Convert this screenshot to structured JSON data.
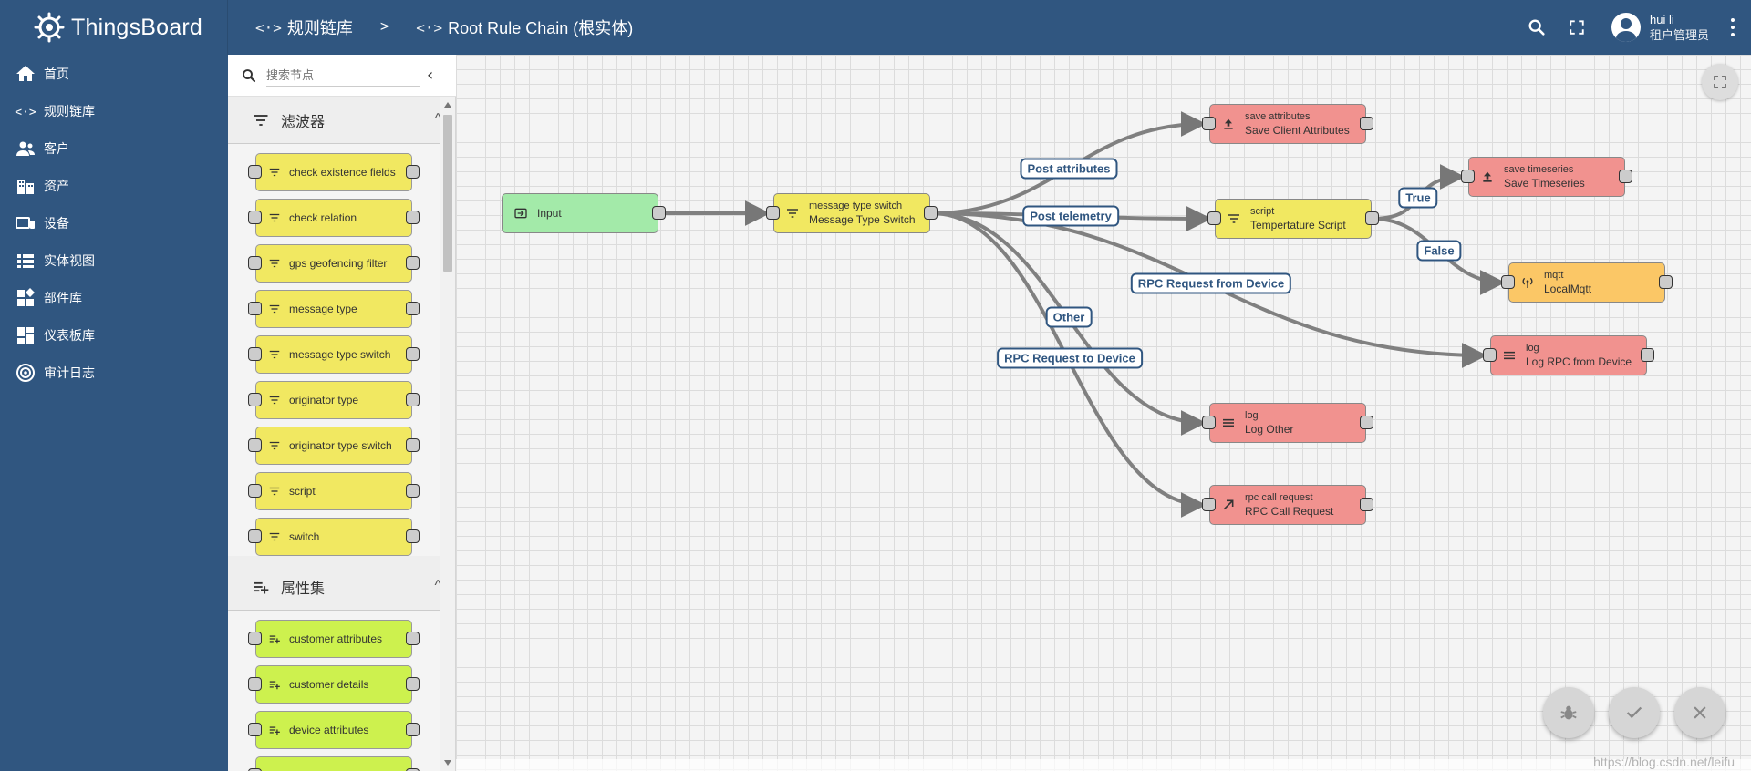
{
  "app": {
    "name": "ThingsBoard"
  },
  "breadcrumb": {
    "parent_glyph": "<·>",
    "parent": "规则链库",
    "separator": ">",
    "current_glyph": "<·>",
    "current": "Root Rule Chain (根实体)"
  },
  "user": {
    "name": "hui li",
    "role": "租户管理员"
  },
  "sidebar": {
    "items": [
      {
        "label": "首页",
        "icon": "home-icon"
      },
      {
        "label": "规则链库",
        "icon": "rule-chain-icon"
      },
      {
        "label": "客户",
        "icon": "customers-icon"
      },
      {
        "label": "资产",
        "icon": "assets-icon"
      },
      {
        "label": "设备",
        "icon": "devices-icon"
      },
      {
        "label": "实体视图",
        "icon": "entity-view-icon"
      },
      {
        "label": "部件库",
        "icon": "widgets-icon"
      },
      {
        "label": "仪表板库",
        "icon": "dashboards-icon"
      },
      {
        "label": "审计日志",
        "icon": "audit-log-icon"
      }
    ]
  },
  "library": {
    "search_placeholder": "搜索节点",
    "collapse": "‹",
    "sections": [
      {
        "title": "滤波器",
        "icon": "filter-icon",
        "chevron": "^",
        "nodes": [
          "check existence fields",
          "check relation",
          "gps geofencing filter",
          "message type",
          "message type switch",
          "originator type",
          "originator type switch",
          "script",
          "switch"
        ]
      },
      {
        "title": "属性集",
        "icon": "enrichment-icon",
        "chevron": "^",
        "nodes": [
          "customer attributes",
          "customer details",
          "device attributes",
          ""
        ]
      }
    ]
  },
  "canvas": {
    "nodes": [
      {
        "id": "input",
        "kind": "input",
        "type": "",
        "name": "Input",
        "icon": "input-icon"
      },
      {
        "id": "switch",
        "kind": "filter",
        "type": "message type switch",
        "name": "Message Type Switch",
        "icon": "filter-icon"
      },
      {
        "id": "saveattr",
        "kind": "action",
        "type": "save attributes",
        "name": "Save Client Attributes",
        "icon": "upload-icon"
      },
      {
        "id": "script",
        "kind": "filter",
        "type": "script",
        "name": "Tempertature Script",
        "icon": "filter-icon"
      },
      {
        "id": "savets",
        "kind": "action",
        "type": "save timeseries",
        "name": "Save Timeseries",
        "icon": "upload-icon"
      },
      {
        "id": "mqtt",
        "kind": "external",
        "type": "mqtt",
        "name": "LocalMqtt",
        "icon": "antenna-icon"
      },
      {
        "id": "logrpc",
        "kind": "action",
        "type": "log",
        "name": "Log RPC from Device",
        "icon": "list-icon"
      },
      {
        "id": "logother",
        "kind": "action",
        "type": "log",
        "name": "Log Other",
        "icon": "list-icon"
      },
      {
        "id": "rpccall",
        "kind": "action",
        "type": "rpc call request",
        "name": "RPC Call Request",
        "icon": "arrow-up-right-icon"
      }
    ],
    "edges": [
      {
        "from": "input",
        "to": "switch",
        "label": ""
      },
      {
        "from": "switch",
        "to": "saveattr",
        "label": "Post attributes"
      },
      {
        "from": "switch",
        "to": "script",
        "label": "Post telemetry"
      },
      {
        "from": "script",
        "to": "savets",
        "label": "True"
      },
      {
        "from": "script",
        "to": "mqtt",
        "label": "False"
      },
      {
        "from": "switch",
        "to": "logrpc",
        "label": "RPC Request from Device"
      },
      {
        "from": "switch",
        "to": "logother",
        "label": "Other"
      },
      {
        "from": "switch",
        "to": "rpccall",
        "label": "RPC Request to Device"
      }
    ]
  },
  "actions": {
    "debug": "bug-icon",
    "apply": "check-icon",
    "cancel": "close-icon"
  },
  "watermark": "https://blog.csdn.net/leifu"
}
